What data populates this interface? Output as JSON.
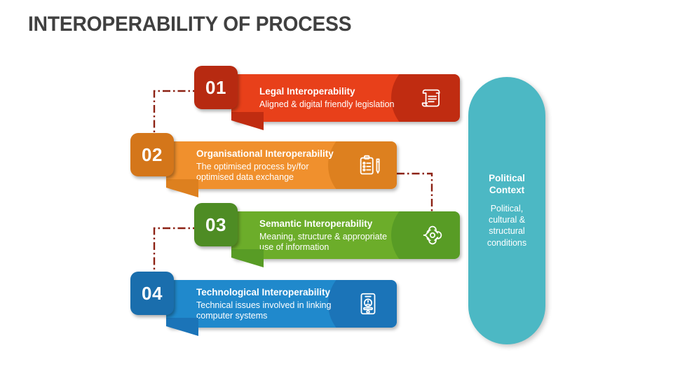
{
  "slide": {
    "title": "INTEROPERABILITY OF PROCESS",
    "background": "#ffffff",
    "title_color": "#404040"
  },
  "connector": {
    "color": "#8c2113",
    "style": "dash-dot"
  },
  "steps": [
    {
      "number": "01",
      "title": "Legal Interoperability",
      "subtitle_lines": [
        "Aligned & digital friendly legislation"
      ],
      "icon": "scroll-icon",
      "bar_color": "#e8401a",
      "badge_color": "#b72a11",
      "blob_color": "#c02c11",
      "tail_color": "#c02c11"
    },
    {
      "number": "02",
      "title": "Organisational Interoperability",
      "subtitle_lines": [
        "The optimised process by/for",
        "optimised data exchange"
      ],
      "icon": "clipboard-pencil-icon",
      "bar_color": "#f0902d",
      "badge_color": "#d4761a",
      "blob_color": "#dd801f",
      "tail_color": "#dd801f"
    },
    {
      "number": "03",
      "title": "Semantic Interoperability",
      "subtitle_lines": [
        "Meaning, structure & appropriate",
        "use of information"
      ],
      "icon": "knot-icon",
      "bar_color": "#6cad2a",
      "badge_color": "#4e8c24",
      "blob_color": "#589c25",
      "tail_color": "#589c25"
    },
    {
      "number": "04",
      "title": "Technological Interoperability",
      "subtitle_lines": [
        "Technical issues involved in linking",
        "computer systems"
      ],
      "icon": "smartphone-icon",
      "bar_color": "#2089cc",
      "badge_color": "#1a6ead",
      "blob_color": "#1b74b8",
      "tail_color": "#1b74b8"
    }
  ],
  "context": {
    "title": "Political\nContext",
    "subtitle": "Political,\ncultural &\nstructural\nconditions",
    "color": "#4cb8c4"
  }
}
